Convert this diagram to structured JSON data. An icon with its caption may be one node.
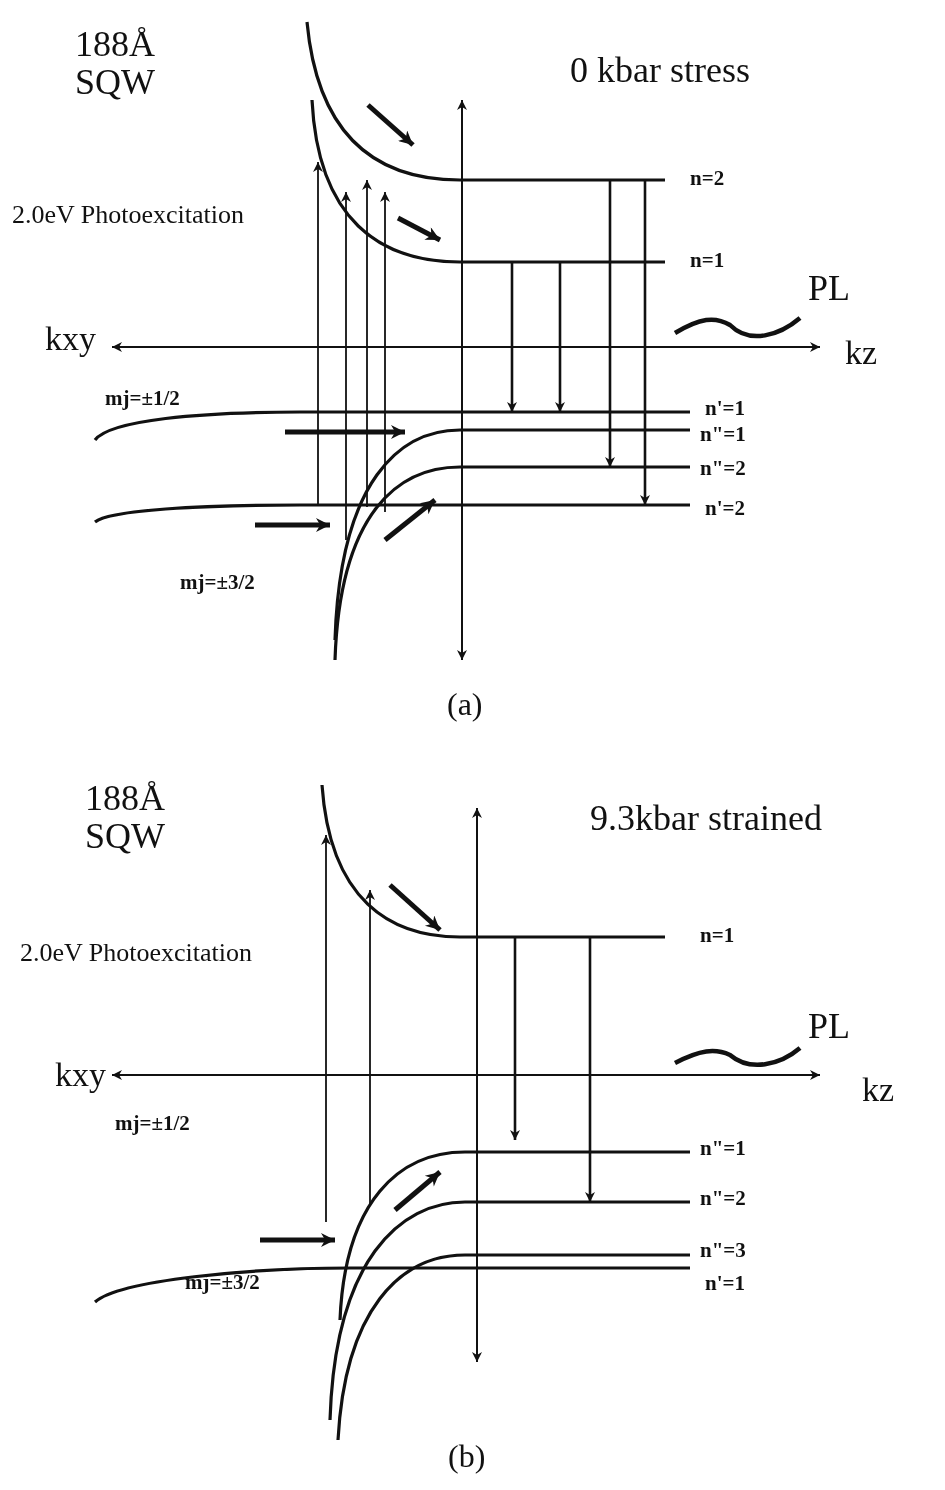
{
  "diagram": {
    "labels": [
      "188Å",
      "SQW",
      "0 kbar stress",
      "2.0eV Photoexcitation",
      "n=2",
      "n=1",
      "PL",
      "kxy",
      "kz",
      "mj=±1/2",
      "n'=1",
      "n\"=1",
      "n\"=2",
      "n'=2",
      "mj=±3/2",
      "(a)",
      "188Å",
      "SQW",
      "9.3kbar strained",
      "2.0eV Photoexcitation",
      "n=1",
      "PL",
      "kxy",
      "kz",
      "mj=±1/2",
      "n\"=1",
      "n\"=2",
      "n\"=3",
      "n'=1",
      "mj=±3/2",
      "(b)"
    ]
  }
}
